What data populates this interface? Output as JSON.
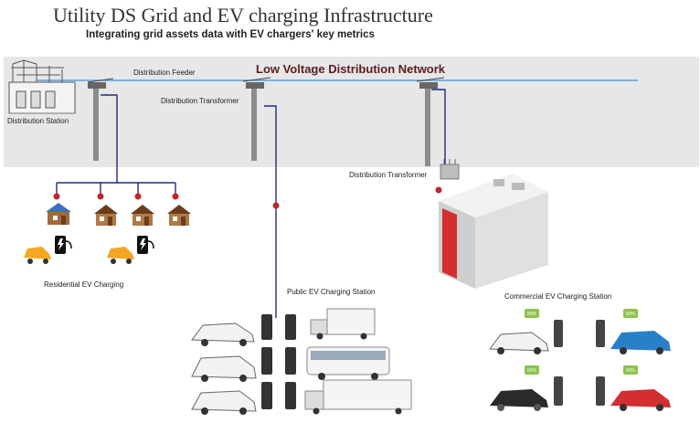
{
  "header": {
    "title": "Utility DS Grid and EV charging Infrastructure",
    "subtitle": "Integrating grid assets data with EV chargers' key metrics"
  },
  "labels": {
    "network": "Low Voltage Distribution Network",
    "feeder": "Distribution Feeder",
    "station": "Distribution Station",
    "transformer_1": "Distribution Transformer",
    "transformer_2": "Distribution Transformer",
    "residential": "Residential EV Charging",
    "public": "Public EV Charging Station",
    "commercial": "Commercial EV Charging Station"
  },
  "colors": {
    "band": "#e6e6e6",
    "feeder_line": "#5aa0d6",
    "cable": "#1f2a80",
    "node": "#c0262a",
    "building_red": "#d32f2f",
    "ev_yellow": "#f5a623"
  },
  "charger_badges": [
    "80%",
    "80%",
    "95%",
    "60%"
  ]
}
